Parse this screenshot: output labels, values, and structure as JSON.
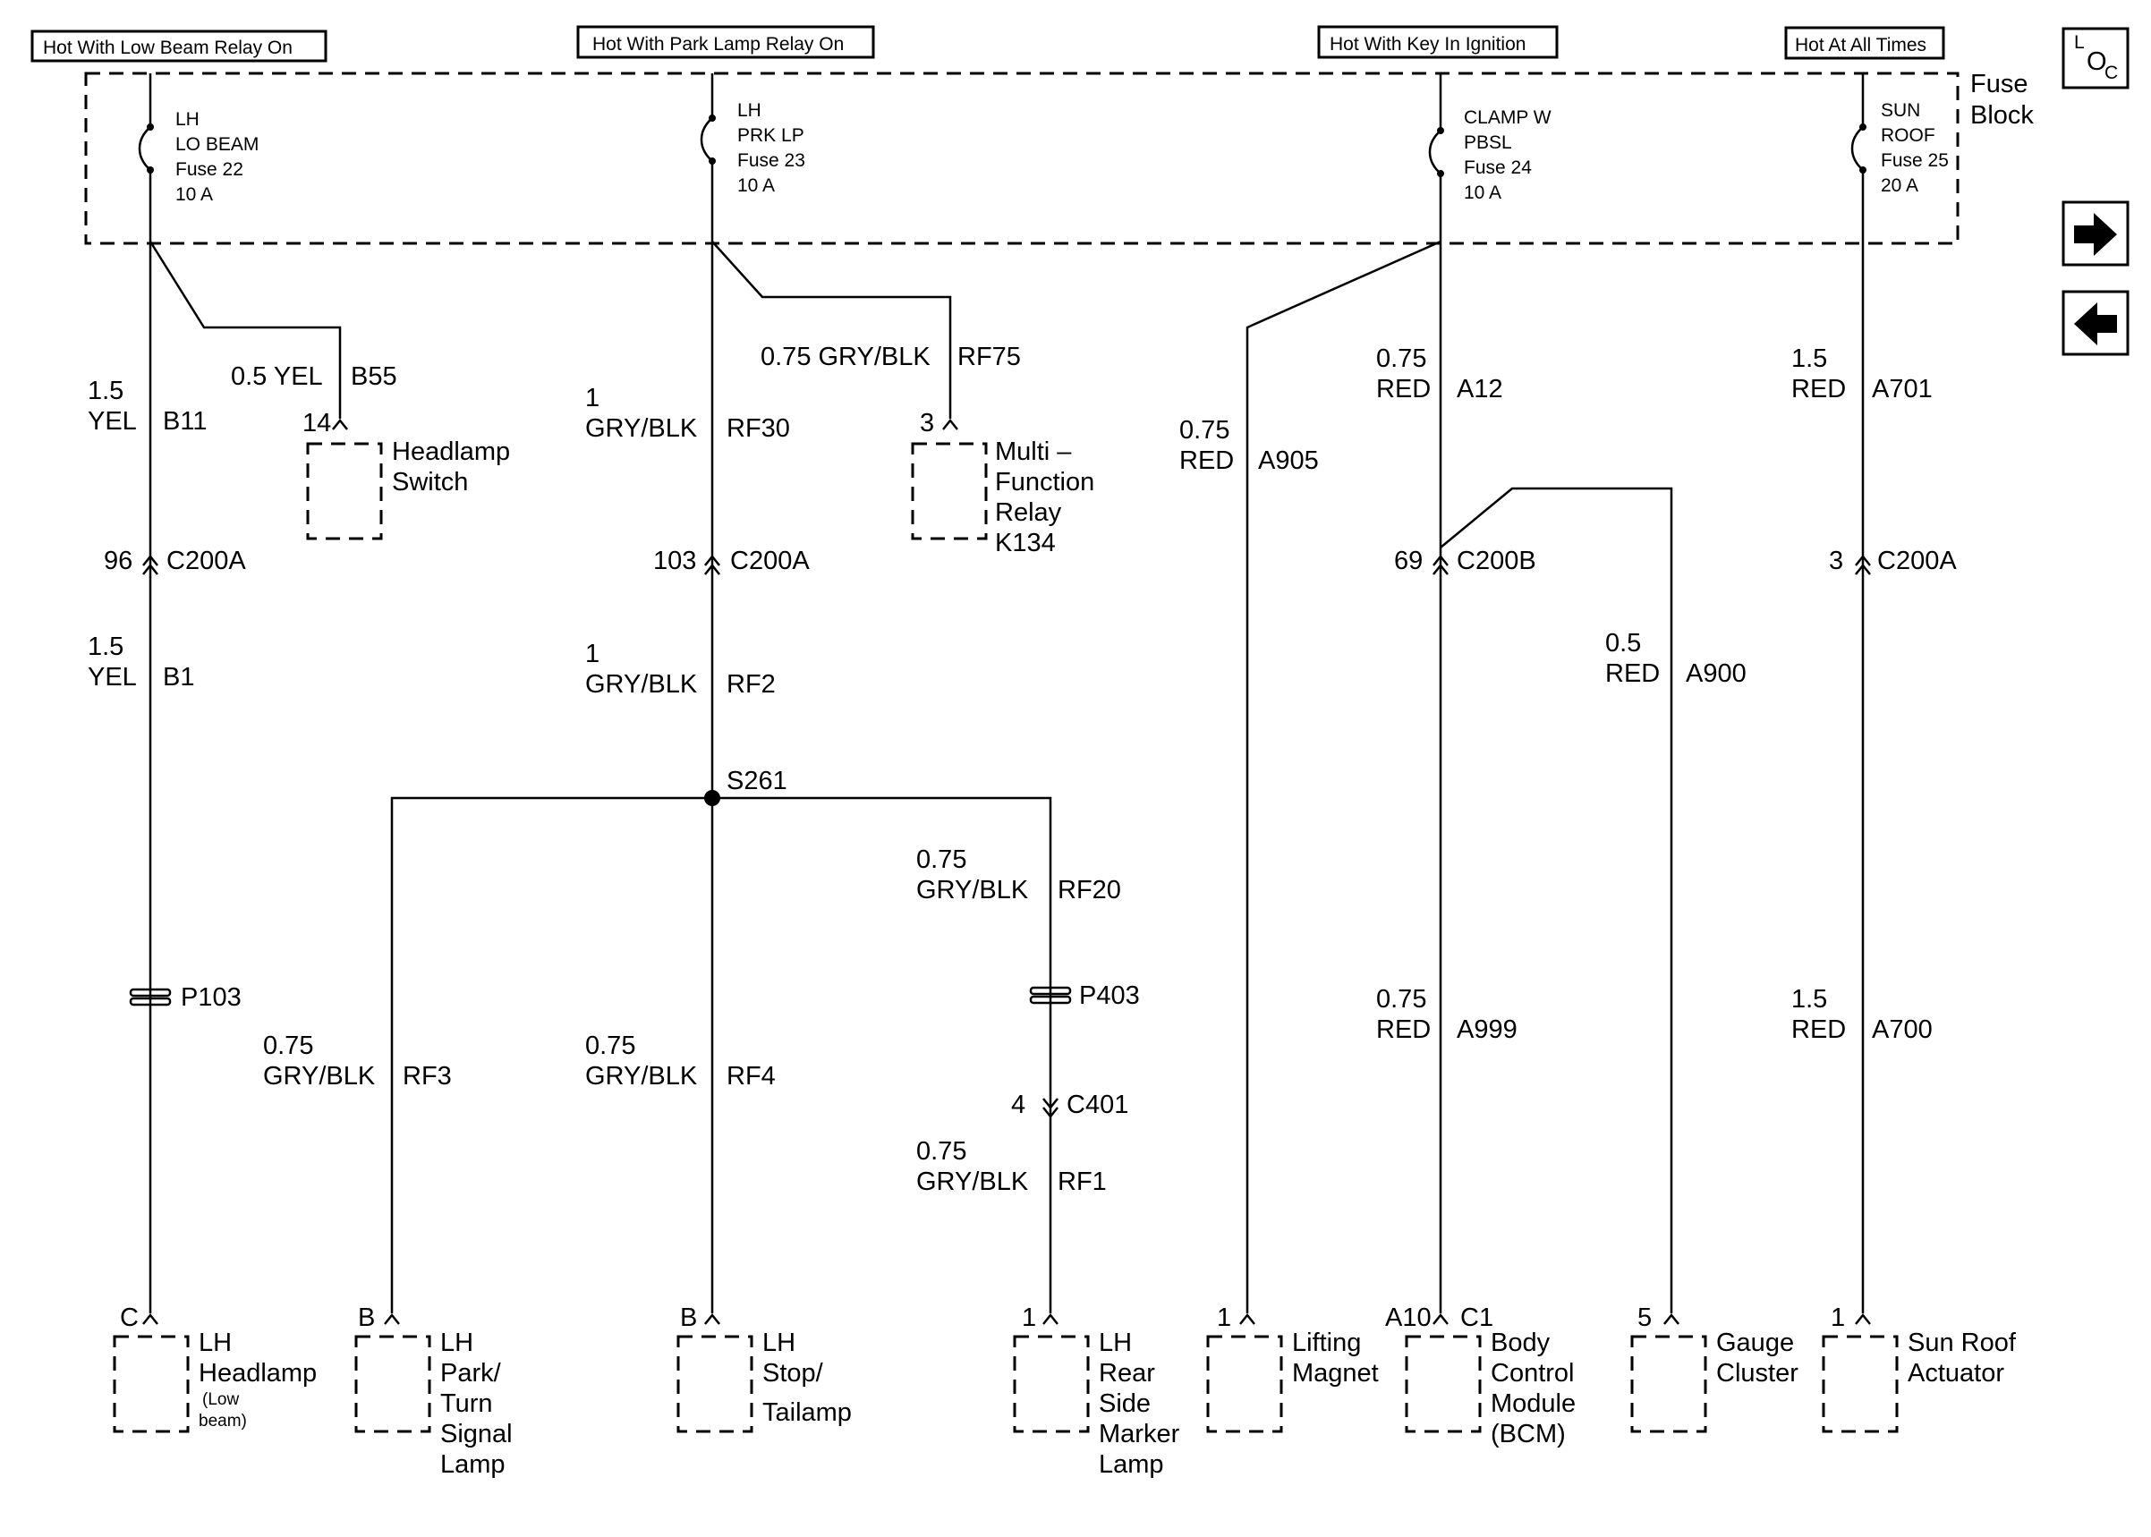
{
  "headers": {
    "low_beam": "Hot With Low Beam Relay On",
    "park_lamp": "Hot With Park Lamp Relay On",
    "key": "Hot With Key In Ignition",
    "always": "Hot At All Times"
  },
  "fuse_block": {
    "line1": "Fuse",
    "line2": "Block"
  },
  "fuses": {
    "f22": {
      "l1": "LH",
      "l2": "LO BEAM",
      "l3": "Fuse 22",
      "l4": "10 A"
    },
    "f23": {
      "l1": "LH",
      "l2": "PRK LP",
      "l3": "Fuse 23",
      "l4": "10 A"
    },
    "f24": {
      "l1": "CLAMP W",
      "l2": "PBSL",
      "l3": "Fuse 24",
      "l4": "10 A"
    },
    "f25": {
      "l1": "SUN",
      "l2": "ROOF",
      "l3": "Fuse 25",
      "l4": "20 A"
    }
  },
  "nav": {
    "loc_l": "L",
    "loc_o": "O",
    "loc_c": "C",
    "forward": "➔",
    "back": "⬅"
  },
  "wires": {
    "b55": {
      "size_color": "0.5 YEL",
      "circuit": "B55"
    },
    "b11": {
      "size": "1.5",
      "color": "YEL",
      "circuit": "B11"
    },
    "b1": {
      "size": "1.5",
      "color": "YEL",
      "circuit": "B1"
    },
    "rf30": {
      "size": "1",
      "color": "GRY/BLK",
      "circuit": "RF30"
    },
    "rf75": {
      "size_color": "0.75 GRY/BLK",
      "circuit": "RF75"
    },
    "rf2": {
      "size": "1",
      "color": "GRY/BLK",
      "circuit": "RF2"
    },
    "rf20": {
      "size": "0.75",
      "color": "GRY/BLK",
      "circuit": "RF20"
    },
    "rf3": {
      "size": "0.75",
      "color": "GRY/BLK",
      "circuit": "RF3"
    },
    "rf4": {
      "size": "0.75",
      "color": "GRY/BLK",
      "circuit": "RF4"
    },
    "rf1": {
      "size": "0.75",
      "color": "GRY/BLK",
      "circuit": "RF1"
    },
    "a905": {
      "size": "0.75",
      "color": "RED",
      "circuit": "A905"
    },
    "a12": {
      "size": "0.75",
      "color": "RED",
      "circuit": "A12"
    },
    "a900": {
      "size": "0.5",
      "color": "RED",
      "circuit": "A900"
    },
    "a999": {
      "size": "0.75",
      "color": "RED",
      "circuit": "A999"
    },
    "a701": {
      "size": "1.5",
      "color": "RED",
      "circuit": "A701"
    },
    "a700": {
      "size": "1.5",
      "color": "RED",
      "circuit": "A700"
    }
  },
  "connectors": {
    "c200a_96": {
      "pin": "96",
      "name": "C200A"
    },
    "c200a_103": {
      "pin": "103",
      "name": "C200A"
    },
    "c200b_69": {
      "pin": "69",
      "name": "C200B"
    },
    "c200a_3": {
      "pin": "3",
      "name": "C200A"
    },
    "c401_4": {
      "pin": "4",
      "name": "C401"
    },
    "p103": "P103",
    "p403": "P403",
    "s261": "S261"
  },
  "components": {
    "headlamp_switch": {
      "pin": "14",
      "l1": "Headlamp",
      "l2": "Switch"
    },
    "mfr": {
      "pin": "3",
      "l1": "Multi –",
      "l2": "Function",
      "l3": "Relay",
      "l4": "K134"
    },
    "lh_headlamp": {
      "pin": "C",
      "l1": "LH",
      "l2": "Headlamp",
      "l3": "(Low",
      "l4": "beam)"
    },
    "lh_park": {
      "pin": "B",
      "l1": "LH",
      "l2": "Park/",
      "l3": "Turn",
      "l4": "Signal",
      "l5": "Lamp"
    },
    "lh_stop": {
      "pin": "B",
      "l1": "LH",
      "l2": "Stop/",
      "l3": "Tailamp"
    },
    "lh_marker": {
      "pin": "1",
      "l1": "LH",
      "l2": "Rear",
      "l3": "Side",
      "l4": "Marker",
      "l5": "Lamp"
    },
    "lifting": {
      "pin": "1",
      "l1": "Lifting",
      "l2": "Magnet"
    },
    "bcm": {
      "pin_a": "A10",
      "pin_c": "C1",
      "l1": "Body",
      "l2": "Control",
      "l3": "Module",
      "l4": "(BCM)"
    },
    "gauge": {
      "pin": "5",
      "l1": "Gauge",
      "l2": "Cluster"
    },
    "sunroof": {
      "pin": "1",
      "l1": "Sun Roof",
      "l2": "Actuator"
    }
  }
}
